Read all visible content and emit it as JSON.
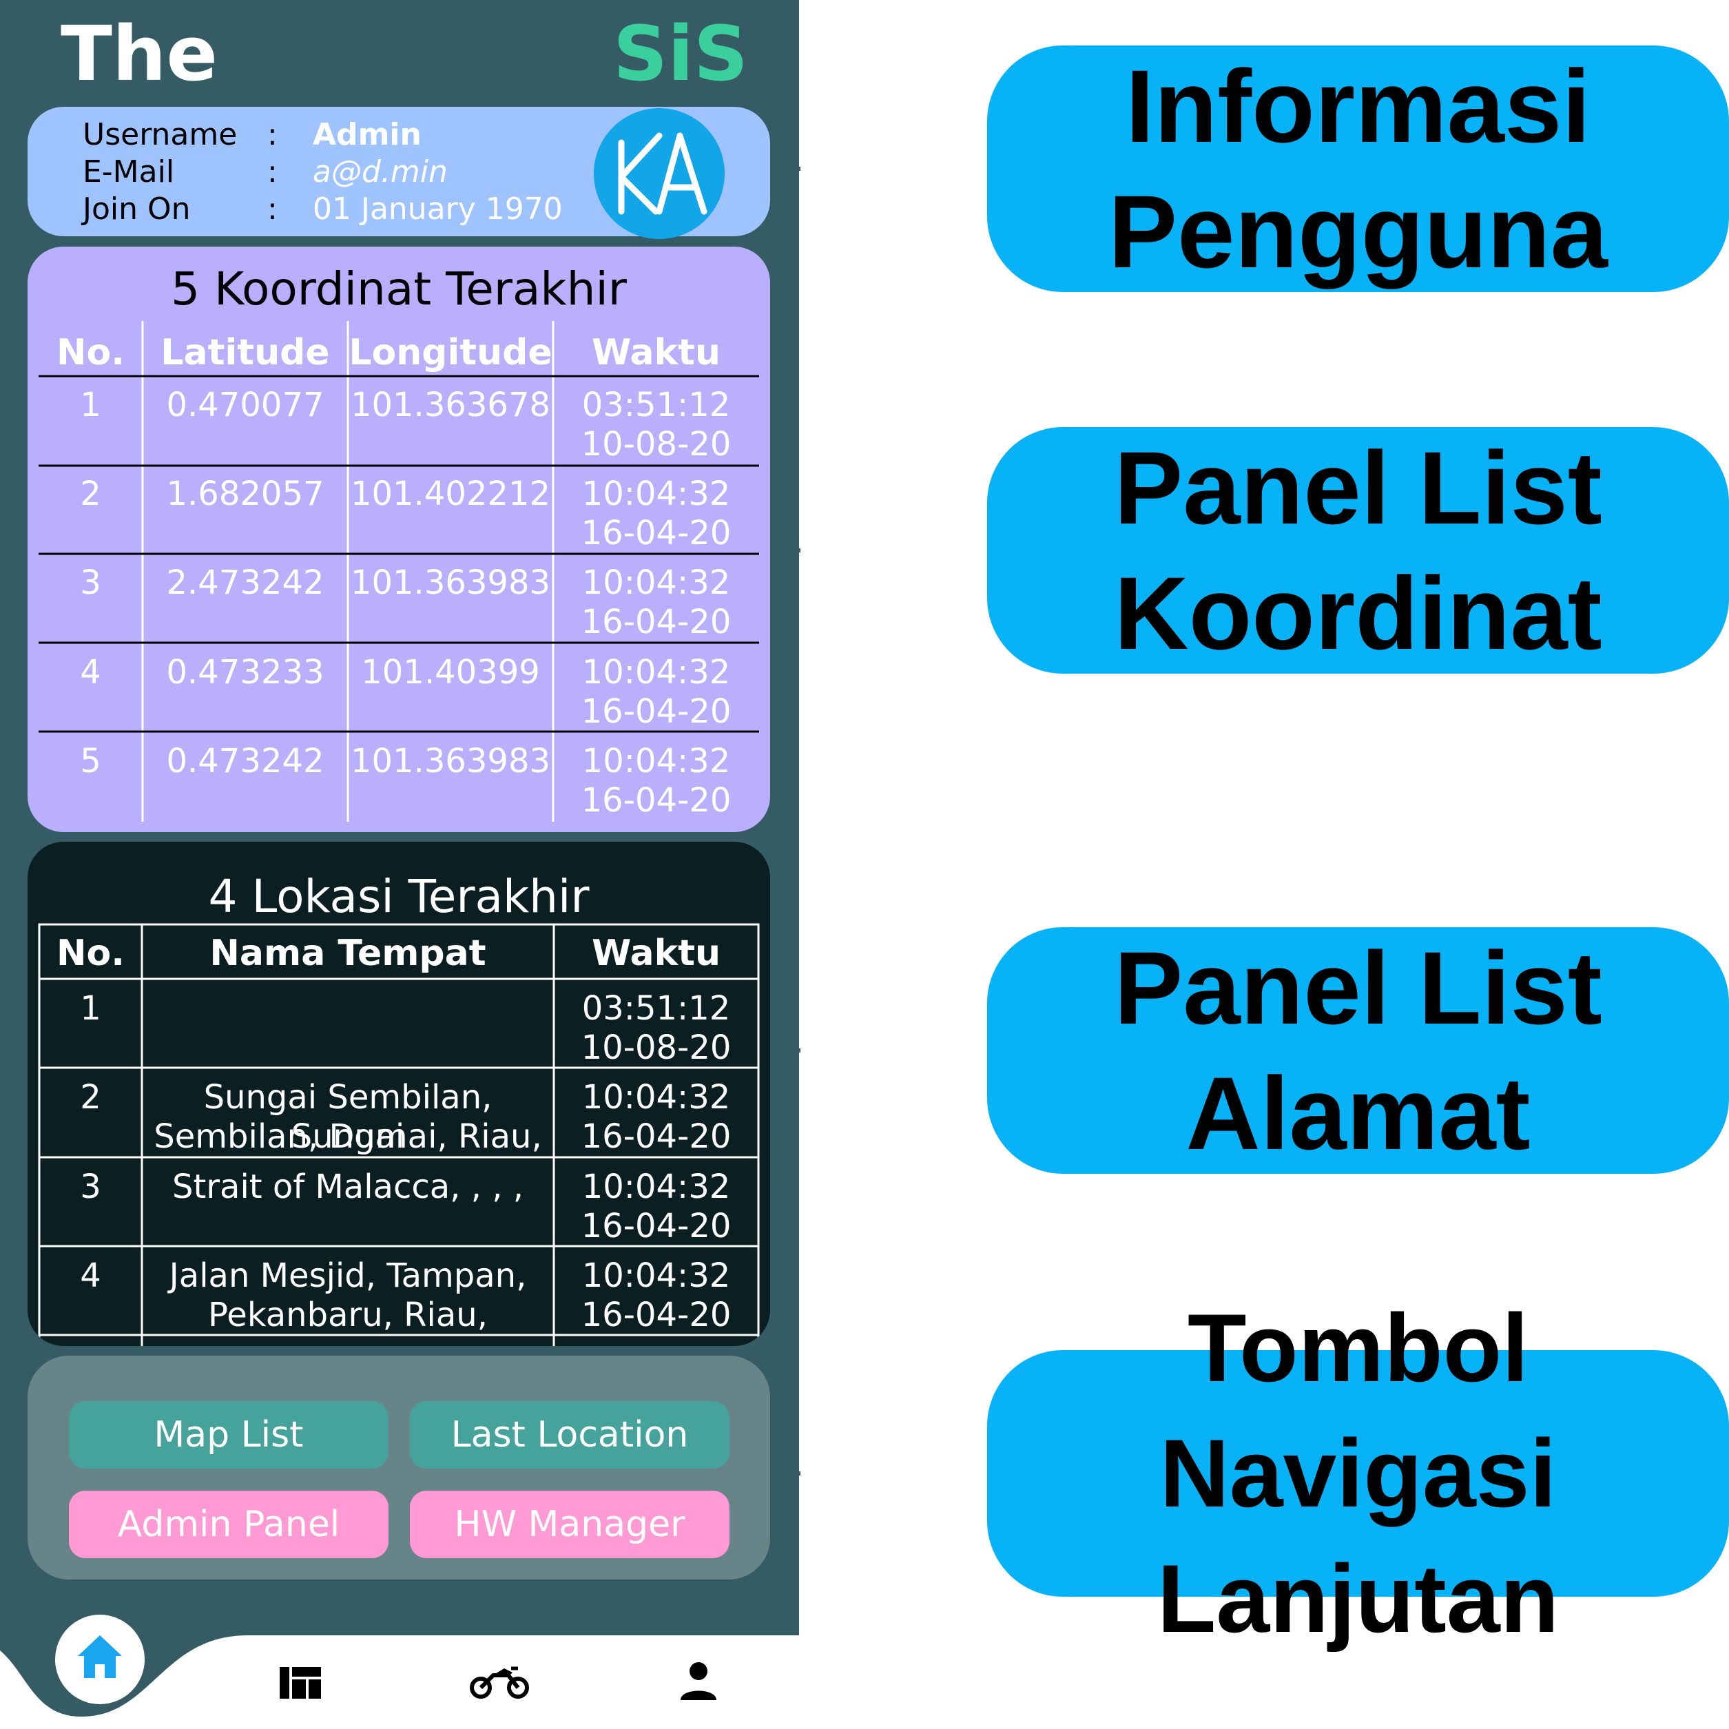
{
  "app": {
    "title_the": "The",
    "title_sis": "SiS"
  },
  "user": {
    "rows": [
      {
        "label": "Username",
        "colon": ":",
        "value": "Admin"
      },
      {
        "label": "E-Mail",
        "colon": ":",
        "value": "a@d.min"
      },
      {
        "label": "Join On",
        "colon": ":",
        "value": "01 January 1970"
      }
    ],
    "avatar_icon": "ka-logo"
  },
  "coords": {
    "title": "5 Koordinat Terakhir",
    "headers": [
      "No.",
      "Latitude",
      "Longitude",
      "Waktu"
    ],
    "rows": [
      {
        "no": "1",
        "lat": "0.470077",
        "lon": "101.363678",
        "time": "03:51:12",
        "date": "10-08-20"
      },
      {
        "no": "2",
        "lat": "1.682057",
        "lon": "101.402212",
        "time": "10:04:32",
        "date": "16-04-20"
      },
      {
        "no": "3",
        "lat": "2.473242",
        "lon": "101.363983",
        "time": "10:04:32",
        "date": "16-04-20"
      },
      {
        "no": "4",
        "lat": "0.473233",
        "lon": "101.40399",
        "time": "10:04:32",
        "date": "16-04-20"
      },
      {
        "no": "5",
        "lat": "0.473242",
        "lon": "101.363983",
        "time": "10:04:32",
        "date": "16-04-20"
      }
    ]
  },
  "locations": {
    "title": "4 Lokasi Terakhir",
    "headers": [
      "No.",
      "Nama Tempat",
      "Waktu"
    ],
    "rows": [
      {
        "no": "1",
        "place1": "",
        "place2": "",
        "time": "03:51:12",
        "date": "10-08-20"
      },
      {
        "no": "2",
        "place1": "Sungai Sembilan, Sungai",
        "place2": "Sembilan, Dumai, Riau,",
        "time": "10:04:32",
        "date": "16-04-20"
      },
      {
        "no": "3",
        "place1": "Strait of Malacca, , , ,",
        "place2": "",
        "time": "10:04:32",
        "date": "16-04-20"
      },
      {
        "no": "4",
        "place1": "Jalan Mesjid, Tampan,",
        "place2": "Pekanbaru, Riau,",
        "time": "10:04:32",
        "date": "16-04-20"
      }
    ]
  },
  "buttons": {
    "map_list": "Map List",
    "last_location": "Last Location",
    "admin_panel": "Admin Panel",
    "hw_manager": "HW Manager"
  },
  "bottom_nav": {
    "items": [
      "home-icon",
      "dashboard-icon",
      "motorcycle-icon",
      "person-icon"
    ],
    "active": "home-icon"
  },
  "callouts": {
    "user_info": "Informasi\nPengguna",
    "coord_list": "Panel List\nKoordinat",
    "address_list": "Panel List\nAlamat",
    "nav_buttons": "Tombol Navigasi\nLanjutan"
  },
  "colors": {
    "phone_bg": "#355c64",
    "sis_green": "#3ccf9e",
    "user_card": "#9fc3ff",
    "coord_panel": "#b9affc",
    "loc_panel": "#0b1f22",
    "btn_panel": "#678589",
    "btn_teal": "#46a39c",
    "btn_pink": "#ff9ad4",
    "callout_blue": "#08b2f6",
    "home_blue": "#1aa5f0"
  }
}
